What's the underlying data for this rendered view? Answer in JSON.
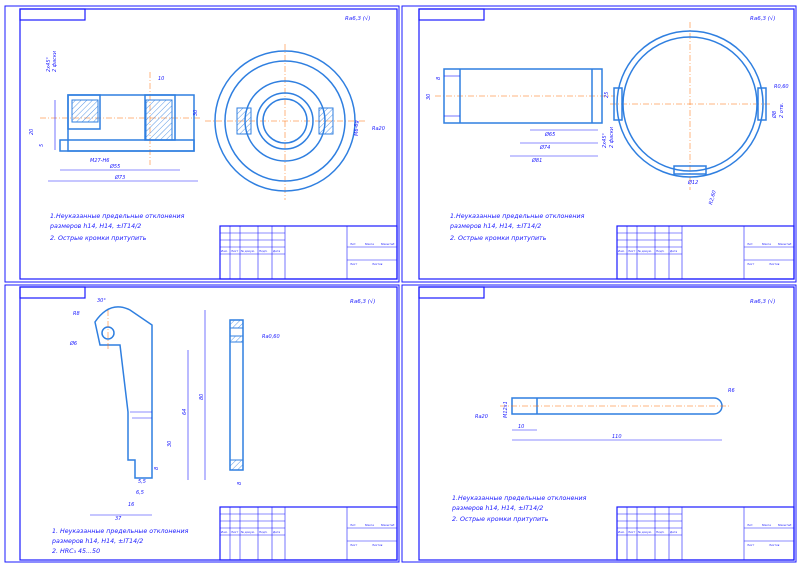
{
  "sheets": [
    {
      "roughness": "Ra6,3 (√)",
      "notes": [
        "1.Неуказанные предельные отклонения",
        "размеров h14, H14, ±IT14/2",
        "2. Острые кромки притупить"
      ],
      "dims": {
        "chamfer": "2x45°",
        "chamfer2": "2 фаски",
        "d10": "10",
        "d20": "20",
        "d5": "5",
        "d30": "30",
        "m27": "M27-H6",
        "d55": "Ø55",
        "d73": "Ø73",
        "m6": "M6-6g",
        "ra": "Ra20"
      }
    },
    {
      "roughness": "Ra6,3 (√)",
      "notes": [
        "1.Неуказанные предельные отклонения",
        "размеров h14, H14, ±IT14/2",
        "2. Острые кромки притупить"
      ],
      "dims": {
        "d30": "30",
        "d8": "8",
        "d25": "25",
        "d65": "Ø65",
        "d74": "Ø74",
        "d81": "Ø81",
        "chamfer": "2x45°",
        "chamfer2": "2 фаски",
        "r60": "R0,60",
        "d8b": "Ø8",
        "otv": "2 отв.",
        "d12": "Ø12",
        "r60b": "R2,60"
      }
    },
    {
      "roughness": "Ra6,3 (√)",
      "notes": [
        "1. Неуказанные предельные отклонения",
        "размеров h14, H14, ±IT14/2",
        "2. HRC₃ 45...50"
      ],
      "dims": {
        "a30": "30°",
        "r8": "R8",
        "d6": "Ø6",
        "d80": "80",
        "d64": "64",
        "d30": "30",
        "d8": "8",
        "d55": "5,5",
        "d65": "6,5",
        "d16": "16",
        "d37": "37",
        "d8b": "8",
        "ra": "Ra0,60"
      }
    },
    {
      "roughness": "Ra6,3 (√)",
      "notes": [
        "1.Неуказанные предельные отклонения",
        "размеров h14, H14, ±IT14/2",
        "2. Острые кромки притупить"
      ],
      "dims": {
        "r6": "R6",
        "m12": "M12x1",
        "ra": "Ra20",
        "d10": "10",
        "d110": "110"
      }
    }
  ],
  "title_block": {
    "cells": [
      "Изм.",
      "Лист",
      "№ докум.",
      "Подп.",
      "Дата",
      "Лит.",
      "Масса",
      "Масштаб",
      "Лист",
      "Листов"
    ]
  }
}
